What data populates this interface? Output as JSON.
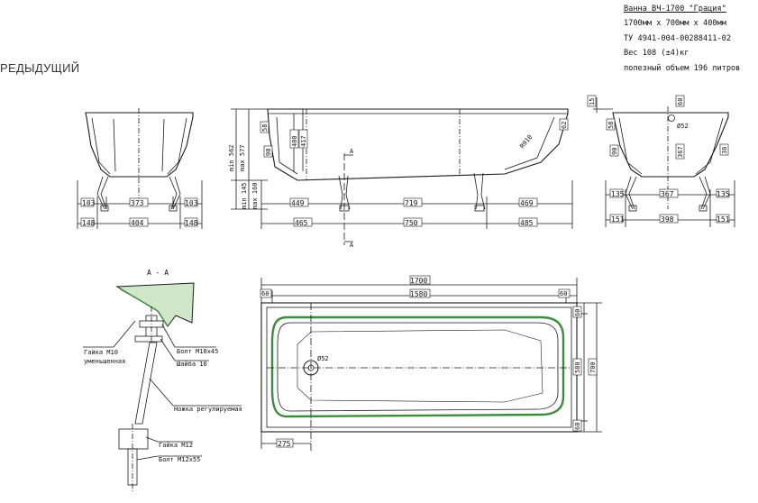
{
  "nav": {
    "prev_label": "РЕДЫДУЩИЙ"
  },
  "spec": {
    "title": "Ванна ВЧ-1700 \"Грация\"",
    "size": "1700мм х 700мм х 400мм",
    "tu": "ТУ 4941-004-00288411-02",
    "weight": "Вес 108 (±4)кг",
    "volume": "полезный объем 196 литров"
  },
  "colors": {
    "line": "#1a1a1a",
    "rim_fill": "#d8ead0",
    "rim_stroke": "#3c8c3c",
    "section_fill": "#cfe6c9"
  },
  "dims": {
    "front": {
      "d103l": "103",
      "d373": "373",
      "d103r": "103",
      "d148l": "148",
      "d404": "404",
      "d148r": "148"
    },
    "side": {
      "d449": "449",
      "d719": "719",
      "d469": "469",
      "d465": "465",
      "d750": "750",
      "d485": "485",
      "min562": "min 562",
      "max577": "max 577",
      "min145": "min 145",
      "max160": "max 160",
      "d400": "400",
      "d417": "417",
      "d58l": "58",
      "d62": "62",
      "d90": "90",
      "r910": "R910",
      "a": "A"
    },
    "end": {
      "d15": "15",
      "d60": "60",
      "phi52": "Ø52",
      "d58": "58",
      "d90": "90",
      "d367": "367",
      "d135l": "135",
      "d367b": "367",
      "d135r": "135",
      "d151l": "151",
      "d398": "398",
      "d151r": "151",
      "d36": "36"
    },
    "plan": {
      "d1700": "1700",
      "d1580": "1580",
      "d60l": "60",
      "d60r": "60",
      "d60t": "60",
      "d580": "580",
      "d700": "700",
      "d60b": "60",
      "phi52": "Ø52",
      "d275": "275"
    },
    "section": {
      "title": "А - А",
      "nut_m10": "Гайка М10",
      "nut_m10b": "уменьшенная",
      "bolt_m10": "Болт М10х45",
      "washer": "Шайба 10",
      "leg": "Ножка регулируемая",
      "nut_m12": "Гайка М12",
      "bolt_m12": "Болт М12х55"
    }
  }
}
